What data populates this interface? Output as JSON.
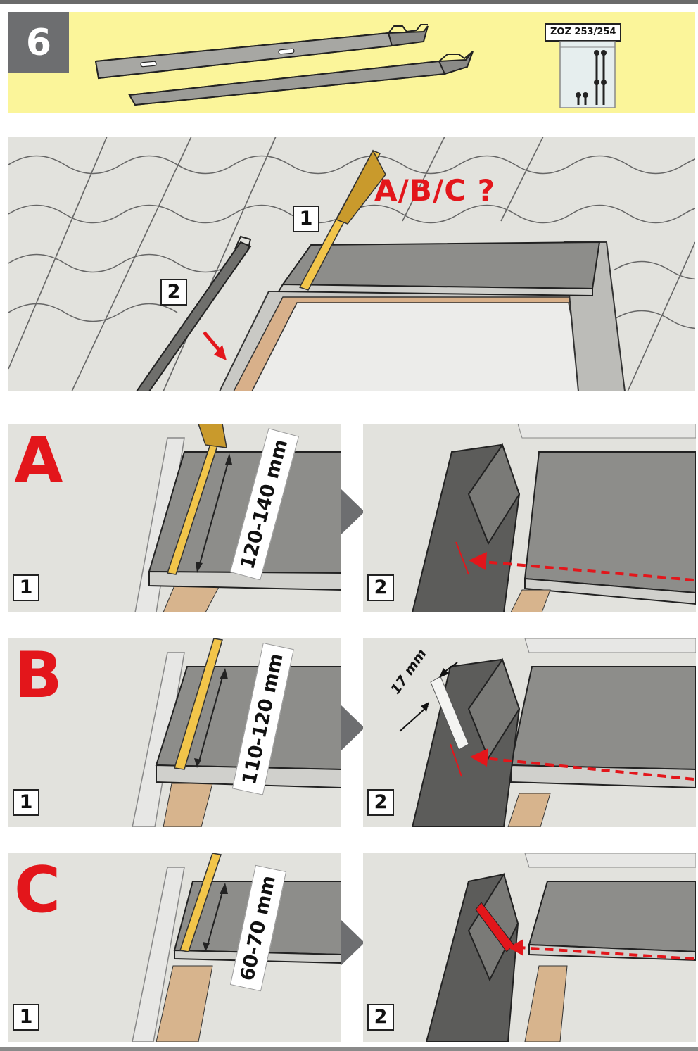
{
  "header": {
    "step_number": "6",
    "kit_label": "ZOZ 253/254"
  },
  "overview": {
    "question": "A/B/C ?",
    "callout_1": "1",
    "callout_2": "2"
  },
  "variants": [
    {
      "letter": "A",
      "measurement": "120-140 mm",
      "step_1": "1",
      "step_2": "2"
    },
    {
      "letter": "B",
      "measurement": "110-120 mm",
      "step_1": "1",
      "step_2": "2",
      "offset": "17 mm"
    },
    {
      "letter": "C",
      "measurement": "60-70 mm",
      "step_1": "1",
      "step_2": "2"
    }
  ],
  "colors": {
    "header_bg": "#fbf59a",
    "step_box": "#6d6e70",
    "accent_red": "#e3161b",
    "panel_bg": "#e2e2dd"
  }
}
